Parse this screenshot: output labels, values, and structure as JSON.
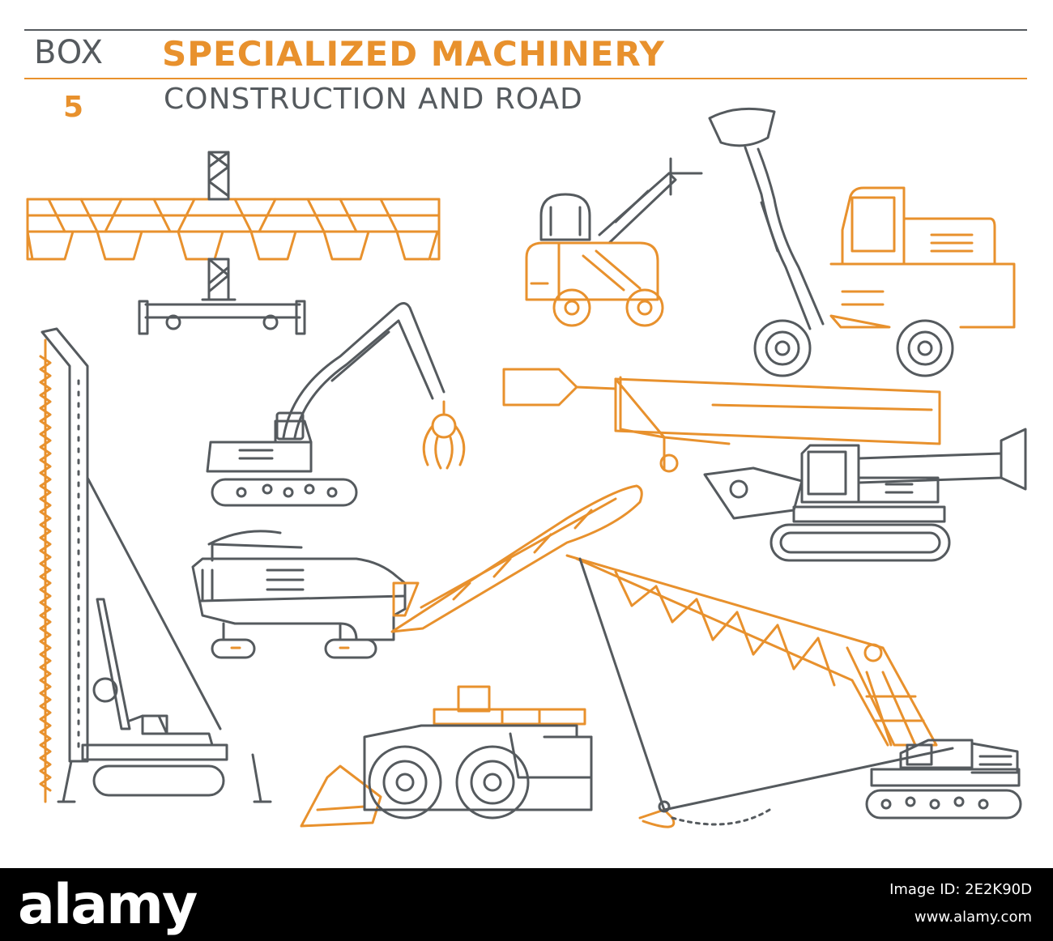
{
  "header": {
    "box_label": "BOX",
    "box_number": "5",
    "title": "SPECIALIZED MACHINERY",
    "subtitle": "CONSTRUCTION AND ROAD"
  },
  "colors": {
    "accent": "#e8912d",
    "line": "#555a5e",
    "background": "#ffffff"
  },
  "machines": [
    {
      "icon": "gantry-crane-icon"
    },
    {
      "icon": "compact-loader-icon"
    },
    {
      "icon": "concrete-mixer-truck-icon"
    },
    {
      "icon": "material-handler-grapple-icon"
    },
    {
      "icon": "pile-driver-icon"
    },
    {
      "icon": "rotary-drilling-rig-icon"
    },
    {
      "icon": "cold-milling-machine-icon"
    },
    {
      "icon": "dragline-excavator-icon"
    },
    {
      "icon": "wheel-dozer-icon"
    }
  ],
  "stock": {
    "logo": "alamy",
    "image_id_label": "Image ID: 2E2K90D",
    "site": "www.alamy.com"
  }
}
